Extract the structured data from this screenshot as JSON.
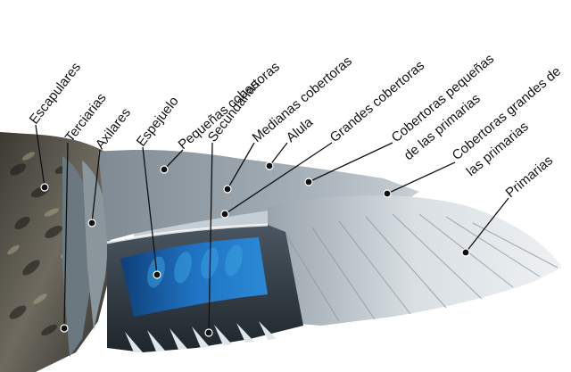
{
  "labels": {
    "escapulares": "Escapulares",
    "terciarias": "Terciarias",
    "axilares": "Axilares",
    "espejuelo": "Espejuelo",
    "pequenas_cobertoras": "Pequeñas cobertoras",
    "secundarias": "Secundarias",
    "medianas_cobertoras": "Medianas  cobertoras",
    "alula": "Alula",
    "grandes_cobertoras": "Grandes cobertoras",
    "cobertoras_pequenas_l1": "Cobertoras  pequeñas",
    "cobertoras_pequenas_l2": "de las primarias",
    "cobertoras_grandes_l1": "Cobertoras grandes de",
    "cobertoras_grandes_l2": "las primarias",
    "primarias": "Primarias"
  },
  "colors": {
    "label_text": "#111111",
    "speculum_blue": "#1f6fb8",
    "feather_gray": "#b9c3cb",
    "wing_dark": "#3c4750"
  }
}
